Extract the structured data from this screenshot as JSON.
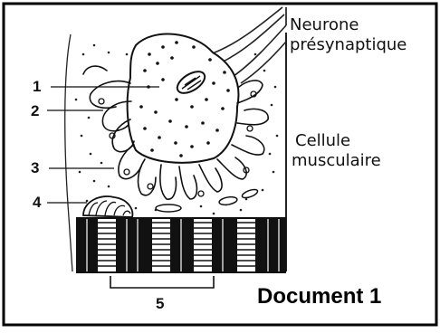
{
  "labels": {
    "neurone": [
      "Neurone",
      "présynaptique"
    ],
    "cellule": [
      "Cellule",
      "musculaire"
    ],
    "numbers": [
      "1",
      "2",
      "3",
      "4",
      "5"
    ],
    "document": "Document 1"
  },
  "colors": {
    "ink": "#111111",
    "frame": "#000000",
    "background": "#ffffff"
  }
}
